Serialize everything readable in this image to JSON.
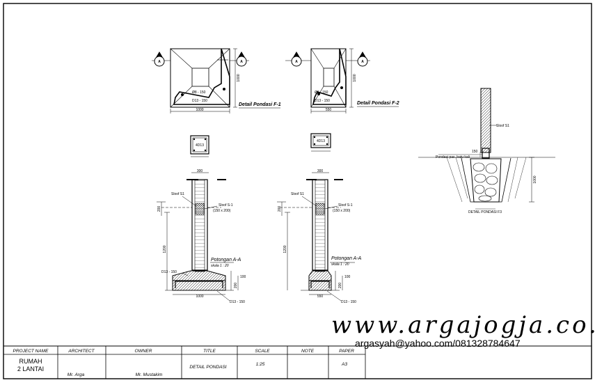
{
  "drawings": {
    "f1_plan": {
      "title": "Detail Pondasi F-1",
      "width_dim": "1000",
      "height_dim": "1000",
      "rebar_1": "Ø8 - 150",
      "rebar_2": "D13 - 150",
      "section_marker": "A"
    },
    "f2_plan": {
      "title": "Detail Pondasi F-2",
      "width_dim": "550",
      "height_dim": "1000",
      "rebar_1": "Ø8 - 150",
      "rebar_2": "D13 - 150",
      "section_marker": "A"
    },
    "f1_section": {
      "column_label": "4D13",
      "column_width": "300",
      "sloof_label": "Sloof S1",
      "sloof_tag": "Sloof S-1",
      "sloof_size": "(150 x 200)",
      "title": "Potongan A-A",
      "scale": "skala 1 : 20",
      "height_dim": "1200",
      "dim_left": "200",
      "footing_rebar": "D13 - 150",
      "footing_rebar_2": "D13 - 150",
      "footing_height_1": "100",
      "footing_height_2": "200",
      "footing_width": "1000"
    },
    "f2_section": {
      "column_label": "4D13",
      "column_width": "300",
      "sloof_label": "Sloof S1",
      "sloof_tag": "Sloof S-1",
      "sloof_size": "(150 x 200)",
      "title": "Potongan A-A",
      "scale": "skala 1 : 20",
      "height_dim": "1200",
      "dim_left": "200",
      "footing_rebar": "D13 - 150",
      "footing_height_1": "100",
      "footing_height_2": "200",
      "footing_width": "550"
    },
    "f3_detail": {
      "title": "DETAIL PONDASI F3",
      "sloof_label": "Sloof S1",
      "stone_label": "Pondasi pas. batu kali",
      "dim_left": "150",
      "dim_right": "1000"
    }
  },
  "watermark": {
    "site": "www.argajogja.co.nr",
    "contact": "argasyah@yahoo.com/081328784647"
  },
  "title_block": {
    "headers": [
      "PROJECT NAME",
      "ARCHITECT",
      "OWNER",
      "TITLE",
      "SCALE",
      "NOTE",
      "PAPER"
    ],
    "project_line_1": "RUMAH",
    "project_line_2": "2 LANTAI",
    "architect": "Mr. Arga",
    "owner": "Mr. Mustakim",
    "title": "DETAIL PONDASI",
    "scale": "1:25",
    "note": "",
    "paper": "A3"
  }
}
